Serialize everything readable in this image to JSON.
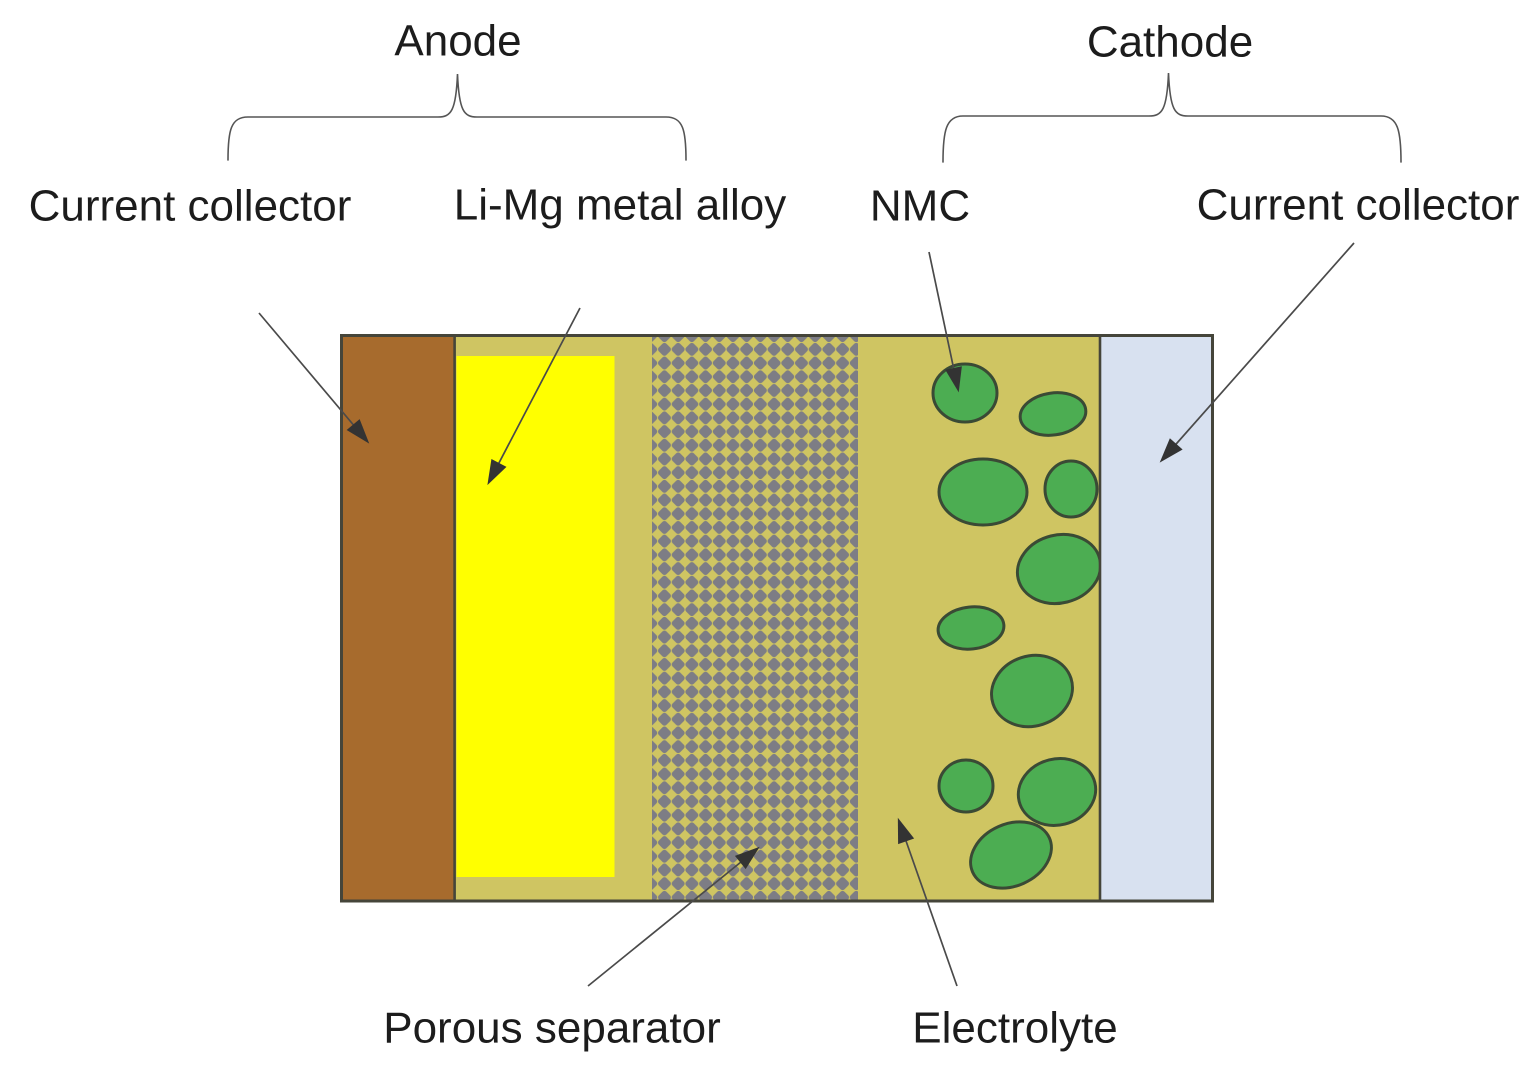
{
  "diagram": {
    "groups": {
      "anode": "Anode",
      "cathode": "Cathode"
    },
    "labels": {
      "anode_current_collector": "Current collector",
      "anode_material": "Li-Mg metal alloy",
      "cathode_material": "NMC",
      "cathode_current_collector": "Current collector",
      "separator": "Porous separator",
      "electrolyte": "Electrolyte"
    },
    "colors": {
      "background": "#FFFFFF",
      "anode_current_collector": "#A76B2D",
      "anode_material": "#FFFF00",
      "electrolyte": "#CFC562",
      "separator_dot": "#7D7D85",
      "cathode_current_collector": "#D8E1F0",
      "nmc_particle": "#4CAD52",
      "particle_outline": "#3A4A35",
      "layer_border": "#45453A",
      "annotation_line": "#4A4A4A",
      "text": "#1C1C1C"
    }
  }
}
